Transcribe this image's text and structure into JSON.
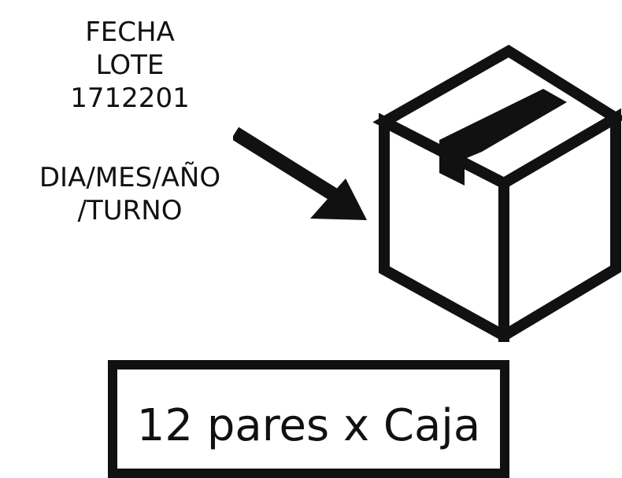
{
  "label": {
    "lines": [
      "FECHA",
      "LOTE",
      "1712201"
    ],
    "format_lines": [
      "DIA/MES/AÑO",
      "/TURNO"
    ]
  },
  "caption": {
    "text": "12 pares x Caja"
  },
  "icons": {
    "arrow": "arrow-right-down-icon",
    "box": "package-box-icon"
  },
  "colors": {
    "ink": "#111111",
    "background": "#ffffff"
  }
}
